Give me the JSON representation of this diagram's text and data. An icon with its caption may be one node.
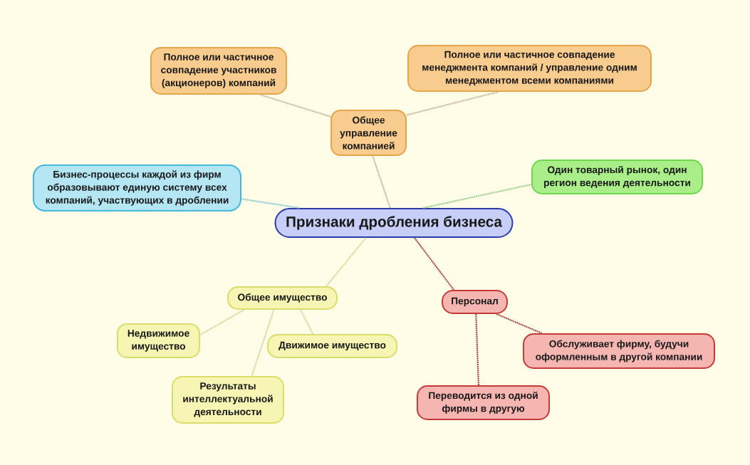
{
  "diagram": {
    "nodes": [
      {
        "text": [
          "Признаки дробления бизнеса"
        ]
      },
      {
        "text": [
          "Общее управление компанией"
        ]
      },
      {
        "text": [
          "Полное или частичное совпадение участников (акционеров) компаний"
        ]
      },
      {
        "text": [
          "Полное или частичное совпадение менеджмента компаний / управление одним менеджментом всеми компаниями"
        ]
      },
      {
        "text": [
          "Бизнес-процессы каждой из фирм образовывают единую систему всех компаний, участвующих в дроблении"
        ]
      },
      {
        "text": [
          "Один товарный рынок, один регион ведения деятельности"
        ]
      },
      {
        "text": [
          "Общее имущество"
        ]
      },
      {
        "text": [
          "Недвижимое имущество"
        ]
      },
      {
        "text": [
          "Движимое имущество"
        ]
      },
      {
        "text": [
          "Результаты интеллектуальной деятельности"
        ]
      },
      {
        "text": [
          "Персонал"
        ]
      },
      {
        "text": [
          "Обслуживает фирму, будучи оформленным в другой компании"
        ]
      },
      {
        "text": [
          "Переводится из одной фирмы в другую"
        ]
      }
    ],
    "edges": [
      {
        "from": 0,
        "to": 1,
        "arrow": "none",
        "color": "#c8b89c"
      },
      {
        "from": 1,
        "to": 2,
        "arrow": "none",
        "color": "#c8b89c"
      },
      {
        "from": 1,
        "to": 3,
        "arrow": "none",
        "color": "#c8b89c"
      },
      {
        "from": 0,
        "to": 4,
        "arrow": "none",
        "color": "#8ec7d2"
      },
      {
        "from": 0,
        "to": 5,
        "arrow": "none",
        "color": "#9fcf8e"
      },
      {
        "from": 0,
        "to": 6,
        "arrow": "none",
        "color": "#d6d89a"
      },
      {
        "from": 6,
        "to": 7,
        "arrow": "none",
        "color": "#d6d89a"
      },
      {
        "from": 6,
        "to": 8,
        "arrow": "none",
        "color": "#d6d89a"
      },
      {
        "from": 6,
        "to": 9,
        "arrow": "none",
        "color": "#d6d89a"
      },
      {
        "from": 0,
        "to": 10,
        "arrow": "none",
        "color": "#a34a4a"
      },
      {
        "from": 10,
        "to": 11,
        "arrow": "none",
        "color": "#a34a4a"
      },
      {
        "from": 10,
        "to": 12,
        "arrow": "none",
        "color": "#a34a4a"
      }
    ]
  }
}
